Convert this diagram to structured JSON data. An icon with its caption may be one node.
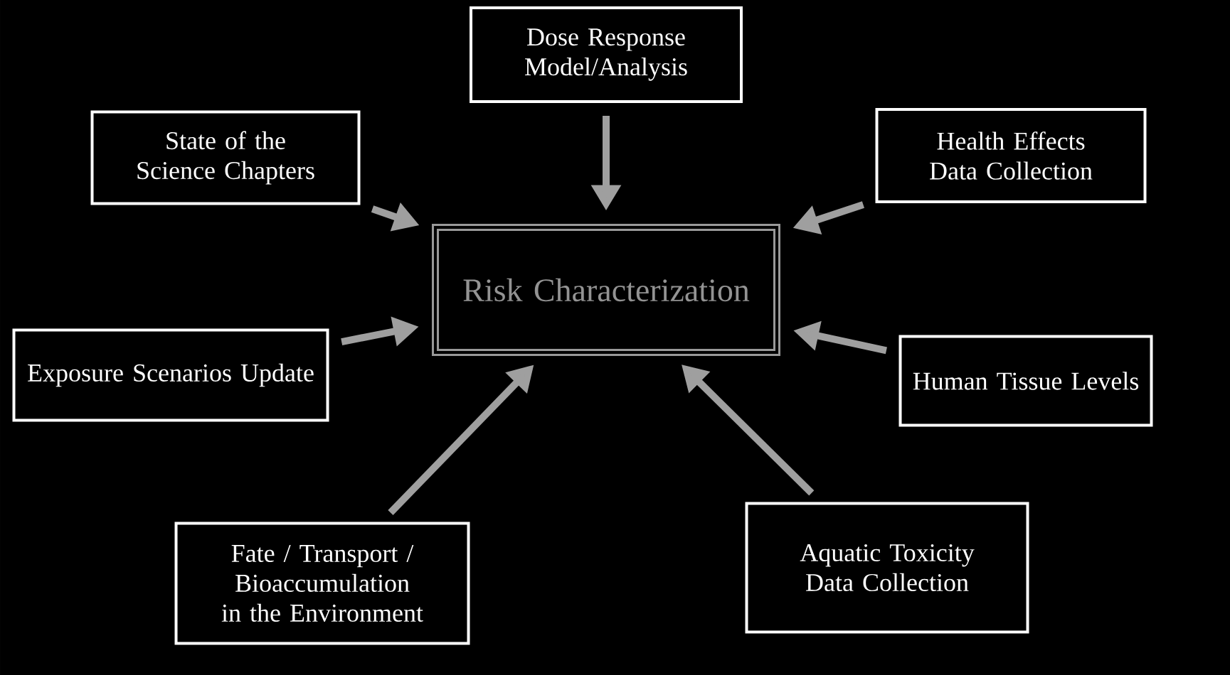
{
  "diagram": {
    "nodes": [
      {
        "text": [
          "Dose Response Model/Analysis"
        ]
      },
      {
        "text": [
          "State of the Science Chapters"
        ]
      },
      {
        "text": [
          "Health Effects Data Collection"
        ]
      },
      {
        "text": [
          "Risk Characterization"
        ]
      },
      {
        "text": [
          "Exposure Scenarios Update"
        ]
      },
      {
        "text": [
          "Human Tissue Levels"
        ]
      },
      {
        "text": [
          "Fate / Transport / Bioaccumulation in the Environment"
        ]
      },
      {
        "text": [
          "Aquatic Toxicity Data Collection"
        ]
      }
    ],
    "edges": [
      {
        "from": 0,
        "to": 3,
        "arrow": "to"
      },
      {
        "from": 1,
        "to": 3,
        "arrow": "to"
      },
      {
        "from": 2,
        "to": 3,
        "arrow": "to"
      },
      {
        "from": 4,
        "to": 3,
        "arrow": "to"
      },
      {
        "from": 5,
        "to": 3,
        "arrow": "to"
      },
      {
        "from": 6,
        "to": 3,
        "arrow": "to"
      },
      {
        "from": 7,
        "to": 3,
        "arrow": "to"
      }
    ]
  }
}
